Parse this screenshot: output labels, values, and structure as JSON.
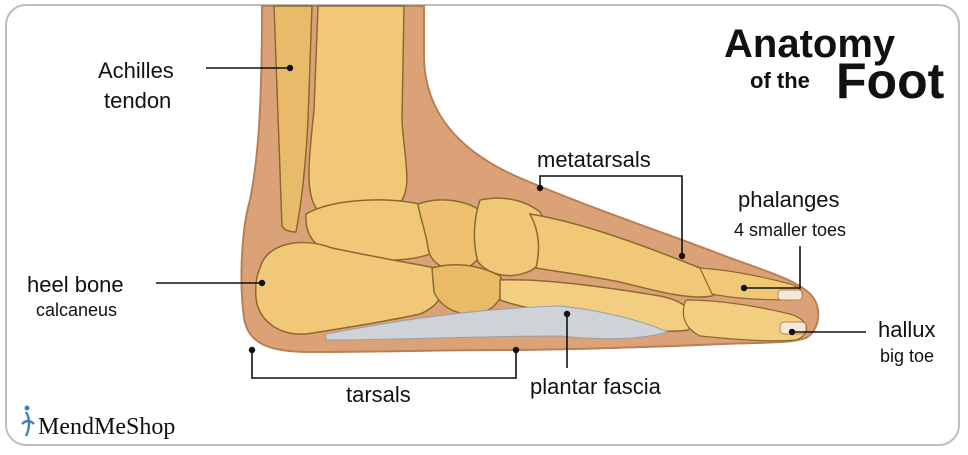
{
  "title": {
    "line1": "Anatomy",
    "prefix": "of the",
    "emphasis": "Foot"
  },
  "labels": {
    "achilles_line1": "Achilles",
    "achilles_line2": "tendon",
    "metatarsals": "metatarsals",
    "phalanges": "phalanges",
    "phalanges_sub": "4 smaller toes",
    "heel_bone": "heel bone",
    "heel_bone_sub": "calcaneus",
    "hallux": "hallux",
    "hallux_sub": "big toe",
    "tarsals": "tarsals",
    "plantar_fascia": "plantar fascia"
  },
  "brand": {
    "name": "MendMeShop",
    "accent_color": "#3d7fc1"
  },
  "colors": {
    "skin": "#dca277",
    "skin_edge": "#b97f55",
    "bone": "#f0c877",
    "bone_edge": "#8b6a2e",
    "bone_shadow": "#d5a654",
    "fascia": "#cfd2d6",
    "leader": "#111111",
    "frame": "#bdbdbd"
  }
}
